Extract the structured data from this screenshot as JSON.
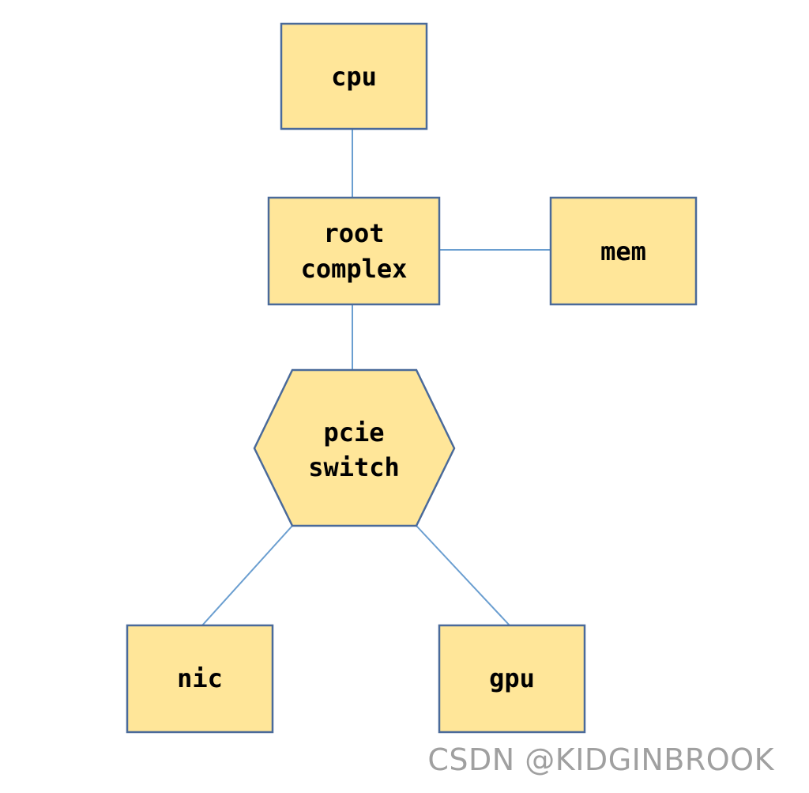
{
  "diagram": {
    "nodes": {
      "cpu": {
        "lines": [
          "cpu"
        ]
      },
      "root_complex": {
        "lines": [
          "root",
          "complex"
        ]
      },
      "mem": {
        "lines": [
          "mem"
        ]
      },
      "pcie_switch": {
        "lines": [
          "pcie",
          "switch"
        ]
      },
      "nic": {
        "lines": [
          "nic"
        ]
      },
      "gpu": {
        "lines": [
          "gpu"
        ]
      }
    },
    "edges": [
      {
        "from": "cpu",
        "to": "root_complex"
      },
      {
        "from": "root_complex",
        "to": "mem"
      },
      {
        "from": "root_complex",
        "to": "pcie_switch"
      },
      {
        "from": "pcie_switch",
        "to": "nic"
      },
      {
        "from": "pcie_switch",
        "to": "gpu"
      }
    ]
  },
  "watermark": {
    "text": "CSDN @KIDGINBROOK"
  },
  "colors": {
    "node_fill": "#ffe699",
    "node_border": "#4a6a9a",
    "edge": "#6a9ed0",
    "watermark": "#a0a0a0"
  }
}
